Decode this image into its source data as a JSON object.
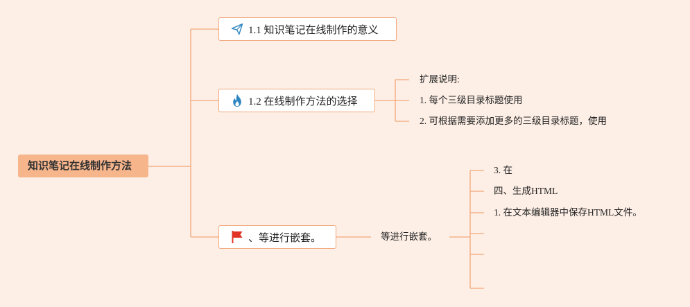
{
  "root": {
    "label": "知识笔记在线制作方法"
  },
  "topics": [
    {
      "label": "1.1 知识笔记在线制作的意义",
      "icon": "paper-plane-icon"
    },
    {
      "label": "1.2 在线制作方法的选择",
      "icon": "flame-icon"
    },
    {
      "label": "、等进行嵌套。",
      "icon": "red-flag-icon"
    }
  ],
  "topic2_notes": [
    "扩展说明:",
    "1. 每个三级目录标题使用",
    "2. 可根据需要添加更多的三级目录标题，使用"
  ],
  "topic3_sub": {
    "label": "等进行嵌套。"
  },
  "topic3_sub_items": [
    "3. 在",
    "四、生成HTML",
    "1. 在文本编辑器中保存HTML文件。"
  ],
  "colors": {
    "background": "#fdefe6",
    "root_fill": "#f7b58c",
    "line": "#f2a67a",
    "topic_border": "#f2a67a",
    "plane_icon": "#2e86c1",
    "flame_icon": "#2e86c1",
    "flag_icon": "#e03325"
  }
}
